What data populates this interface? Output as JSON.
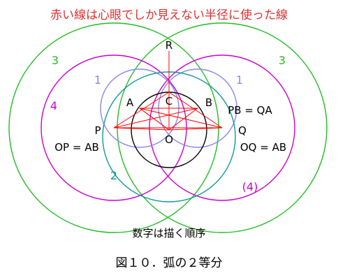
{
  "diagram": {
    "title": "赤い線は心眼でしか見えない半径に使った線",
    "caption": "数字は描く順序",
    "figure_label": "図１０．弧の２等分",
    "points": {
      "R": "R",
      "A": "A",
      "C": "C",
      "B": "B",
      "P": "P",
      "Q": "Q",
      "O": "O"
    },
    "equations": {
      "pb_qa": "PB = QA",
      "op_ab": "OP = AB",
      "oq_ab": "OQ = AB"
    },
    "step_numbers": {
      "s1_left": "1",
      "s1_right": "1",
      "s2": "2",
      "s3_left": "3",
      "s3_right": "3",
      "s4_left": "4",
      "s4_right": "(4)"
    },
    "colors": {
      "red": "#ff0000",
      "title_red": "#e03030",
      "green": "#22bb22",
      "magenta": "#cc00cc",
      "blue": "#8888ee",
      "teal": "#119999",
      "black": "#000000"
    }
  }
}
